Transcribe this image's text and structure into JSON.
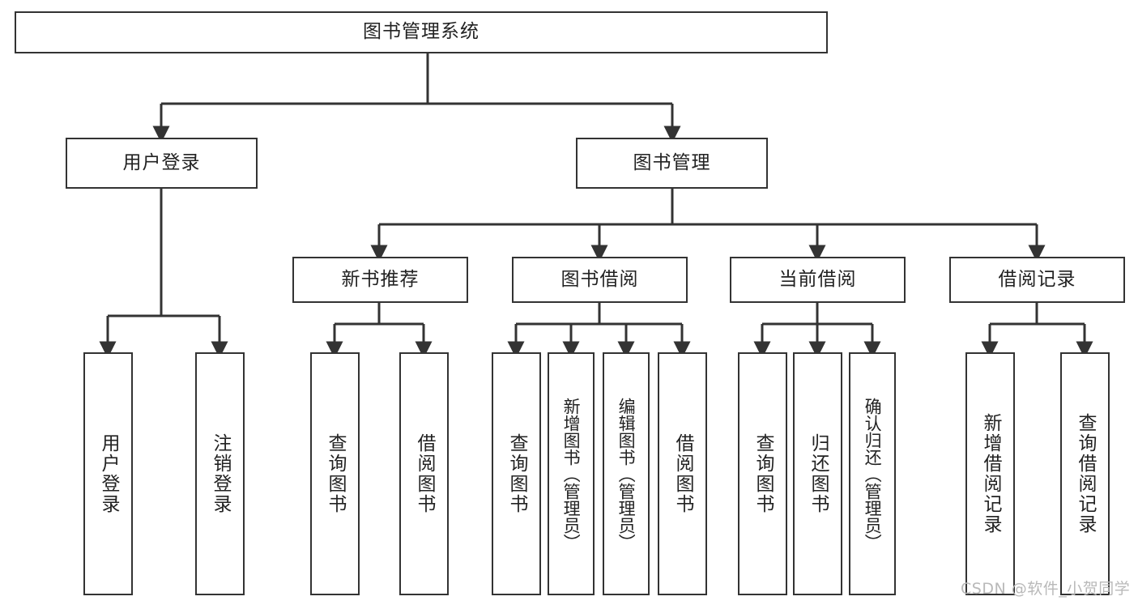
{
  "diagram": {
    "title": "图书管理系统",
    "type": "tree-hierarchy",
    "colors": {
      "node_border": "#333333",
      "node_fill": "#ffffff",
      "edge": "#333333",
      "text": "#222222",
      "watermark": "#b9b9b9"
    },
    "root": {
      "label": "图书管理系统"
    },
    "level2": [
      {
        "label": "用户登录"
      },
      {
        "label": "图书管理"
      }
    ],
    "level3": [
      {
        "label": "新书推荐"
      },
      {
        "label": "图书借阅"
      },
      {
        "label": "当前借阅"
      },
      {
        "label": "借阅记录"
      }
    ],
    "leaves": {
      "user_login": [
        {
          "label": "用户登录"
        },
        {
          "label": "注销登录"
        }
      ],
      "new_book_recommend": [
        {
          "label": "查询图书"
        },
        {
          "label": "借阅图书"
        }
      ],
      "book_borrow": [
        {
          "label": "查询图书"
        },
        {
          "label": "新增图书（管理员）"
        },
        {
          "label": "编辑图书（管理员）"
        },
        {
          "label": "借阅图书"
        }
      ],
      "current_borrow": [
        {
          "label": "查询图书"
        },
        {
          "label": "归还图书"
        },
        {
          "label": "确认归还（管理员）"
        }
      ],
      "borrow_record": [
        {
          "label": "新增借阅记录"
        },
        {
          "label": "查询借阅记录"
        }
      ]
    }
  },
  "watermark": {
    "text": "CSDN @软件_小贺同学"
  }
}
